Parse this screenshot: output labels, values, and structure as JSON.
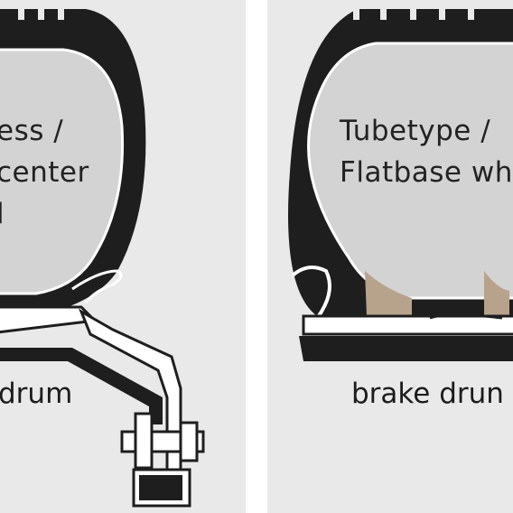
{
  "left_panel": {
    "tire_label_lines": [
      "ess /",
      "center",
      "l"
    ],
    "caption": "drum"
  },
  "right_panel": {
    "tire_label_lines": [
      "Tubetype /",
      "Flatbase wh"
    ],
    "caption": "brake drun"
  },
  "colors": {
    "background": "#e9e9e9",
    "tire_rubber": "#1e1e1e",
    "tire_inner": "#d3d3d3",
    "bead_filler": "#b7a38c",
    "separator": "#ffffff"
  }
}
